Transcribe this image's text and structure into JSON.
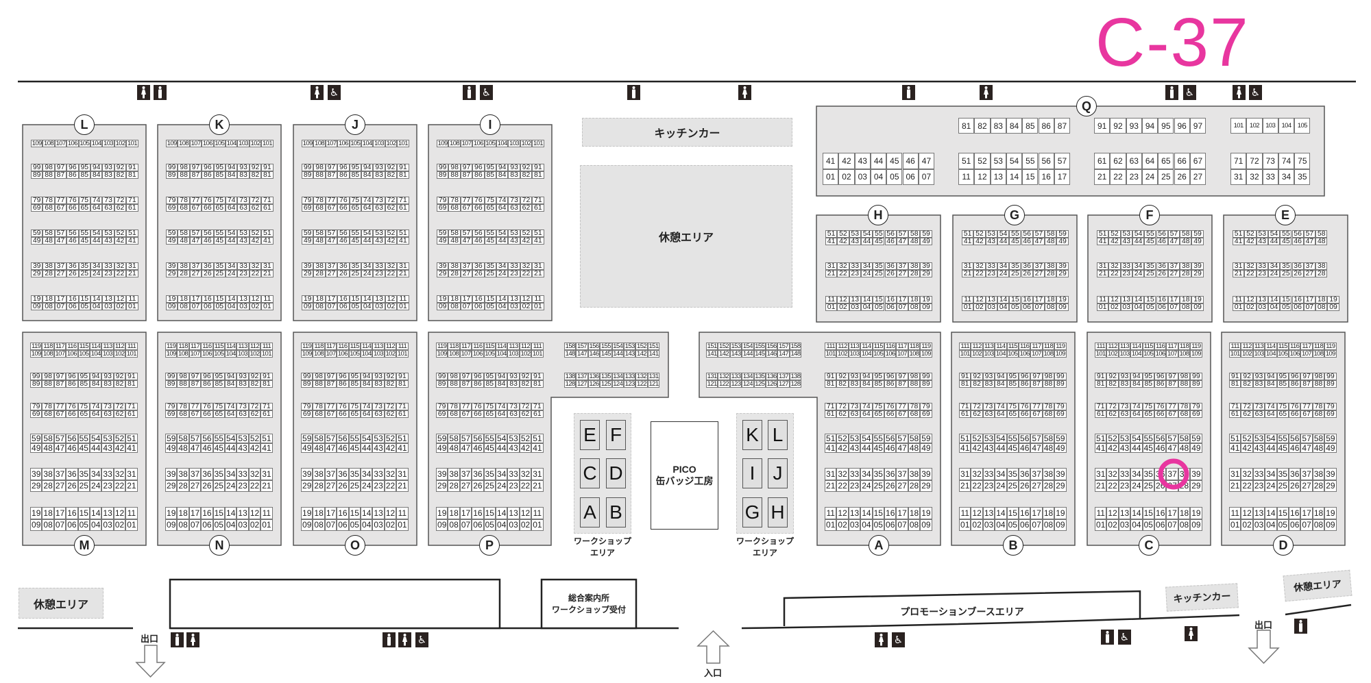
{
  "layouts": {
    "upper_desc": [
      [
        "109 108 107 106 105 104 103 102 101"
      ],
      [
        "99 98 97 96 95 94 93 92 91",
        "89 88 87 86 85 84 83 82 81"
      ],
      [
        "79 78 77 76 75 74 73 72 71",
        "69 68 67 66 65 64 63 62 61"
      ],
      [
        "59 58 57 56 55 54 53 52 51",
        "49 48 47 46 45 44 43 42 41"
      ],
      [
        "39 38 37 36 35 34 33 32 31",
        "29 28 27 26 25 24 23 22 21"
      ],
      [
        "19 18 17 16 15 14 13 12 11",
        "09 08 07 06 05 04 03 02 01"
      ]
    ],
    "lower_desc": [
      [
        "119 118 117 116 115 114 113 112 111",
        "109 108 107 106 105 104 103 102 101"
      ],
      [
        "99 98 97 96 95 94 93 92 91",
        "89 88 87 86 85 84 83 82 81"
      ],
      [
        "79 78 77 76 75 74 73 72 71",
        "69 68 67 66 65 64 63 62 61"
      ],
      [
        "59 58 57 56 55 54 53 52 51",
        "49 48 47 46 45 44 43 42 41"
      ],
      [
        "39 38 37 36 35 34 33 32 31",
        "29 28 27 26 25 24 23 22 21"
      ],
      [
        "19 18 17 16 15 14 13 12 11",
        "09 08 07 06 05 04 03 02 01"
      ]
    ],
    "p_extra": [
      [
        "158 157 156 155 154 153 152 151",
        "148 147 146 145 144 143 142 141"
      ],
      [
        "138 137 136 135 134 133 132 131",
        "128 127 126 125 124 123 122 121"
      ]
    ],
    "lower_asc": [
      [
        "111 112 113 114 115 116 117 118 119",
        "101 102 103 104 105 106 107 108 109"
      ],
      [
        "91 92 93 94 95 96 97 98 99",
        "81 82 83 84 85 86 87 88 89"
      ],
      [
        "71 72 73 74 75 76 77 78 79",
        "61 62 63 64 65 66 67 68 69"
      ],
      [
        "51 52 53 54 55 56 57 58 59",
        "41 42 43 44 45 46 47 48 49"
      ],
      [
        "31 32 33 34 35 36 37 38 39",
        "21 22 23 24 25 26 27 28 29"
      ],
      [
        "11 12 13 14 15 16 17 18 19",
        "01 02 03 04 05 06 07 08 09"
      ]
    ],
    "a_extra": [
      [
        "151 152 153 154 155 156 157 158",
        "141 142 143 144 145 146 147 148"
      ],
      [
        "131 132 133 134 135 136 137 138",
        "121 122 123 124 125 126 127 128"
      ]
    ],
    "mid_asc": [
      [
        "51 52 53 54 55 56 57 58 59",
        "41 42 43 44 45 46 47 48 49"
      ],
      [
        "31 32 33 34 35 36 37 38 39",
        "21 22 23 24 25 26 27 28 29"
      ],
      [
        "11 12 13 14 15 16 17 18 19",
        "01 02 03 04 05 06 07 08 09"
      ]
    ],
    "mid_e": [
      [
        "51 52 53 54 55 56 57 58",
        "41 42 43 44 45 46 47 48"
      ],
      [
        "31 32 33 34 35 36 37 38",
        "21 22 23 24 25 26 27 28"
      ],
      [
        "11 12 13 14 15 16 17 18 19",
        "01 02 03 04 05 06 07 08 09"
      ]
    ],
    "q": {
      "top": [
        "81 82 83 84 85 86 87",
        "91 92 93 94 95 96 97",
        "101 102 103 104 105"
      ],
      "bottom": [
        [
          "41 42 43 44 45 46 47",
          "01 02 03 04 05 06 07"
        ],
        [
          "51 52 53 54 55 56 57",
          "11 12 13 14 15 16 17"
        ],
        [
          "61 62 63 64 65 66 67",
          "21 22 23 24 25 26 27"
        ],
        [
          "71 72 73 74 75",
          "31 32 33 34 35"
        ]
      ]
    }
  },
  "blocks": [
    {
      "label": "L",
      "layout": "upper_desc"
    },
    {
      "label": "K",
      "layout": "upper_desc"
    },
    {
      "label": "J",
      "layout": "upper_desc"
    },
    {
      "label": "I",
      "layout": "upper_desc"
    },
    {
      "label": "M",
      "layout": "lower_desc"
    },
    {
      "label": "N",
      "layout": "lower_desc"
    },
    {
      "label": "O",
      "layout": "lower_desc"
    },
    {
      "label": "P",
      "layout": "lower_desc",
      "extra": "p_extra"
    },
    {
      "label": "A",
      "layout": "lower_asc",
      "extra": "a_extra"
    },
    {
      "label": "B",
      "layout": "lower_asc"
    },
    {
      "label": "C",
      "layout": "lower_asc"
    },
    {
      "label": "D",
      "layout": "lower_asc"
    },
    {
      "label": "H",
      "layout": "mid_asc"
    },
    {
      "label": "G",
      "layout": "mid_asc"
    },
    {
      "label": "F",
      "layout": "mid_asc"
    },
    {
      "label": "E",
      "layout": "mid_e"
    },
    {
      "label": "Q",
      "layout": "q"
    }
  ],
  "areas": {
    "kitchen_car_top": "キッチンカー",
    "rest_area_top": "休憩エリア",
    "pico": [
      "PICO",
      "缶バッジ工房"
    ],
    "workshop_label": [
      "ワークショップ",
      "エリア"
    ],
    "workshop_left": [
      [
        "E",
        "F"
      ],
      [
        "C",
        "D"
      ],
      [
        "A",
        "B"
      ]
    ],
    "workshop_right": [
      [
        "K",
        "L"
      ],
      [
        "I",
        "J"
      ],
      [
        "G",
        "H"
      ]
    ],
    "rest_area_bottom_left": "休憩エリア",
    "info_desk": [
      "総合案内所",
      "ワークショップ受付"
    ],
    "promotion_booth": "プロモーションブースエリア",
    "kitchen_car_bottom": "キッチンカー",
    "rest_area_bottom_right": "休憩エリア",
    "exit": "出口",
    "entrance": "入口"
  },
  "restrooms": {
    "top": [
      [
        "woman",
        "man"
      ],
      [
        "woman",
        "wheelchair"
      ],
      [
        "man",
        "wheelchair"
      ],
      [
        "man"
      ],
      [
        "woman"
      ],
      [
        "man"
      ],
      [
        "woman"
      ],
      [
        "man",
        "wheelchair"
      ],
      [
        "woman",
        "wheelchair"
      ]
    ],
    "bottom": [
      [
        "man",
        "woman"
      ],
      [
        "man",
        "woman",
        "wheelchair"
      ],
      [
        "woman",
        "wheelchair"
      ],
      [
        "man",
        "wheelchair"
      ],
      [
        "woman"
      ],
      [
        "man"
      ]
    ]
  },
  "annotation": {
    "text": "C-37",
    "color": "#e8369f"
  }
}
